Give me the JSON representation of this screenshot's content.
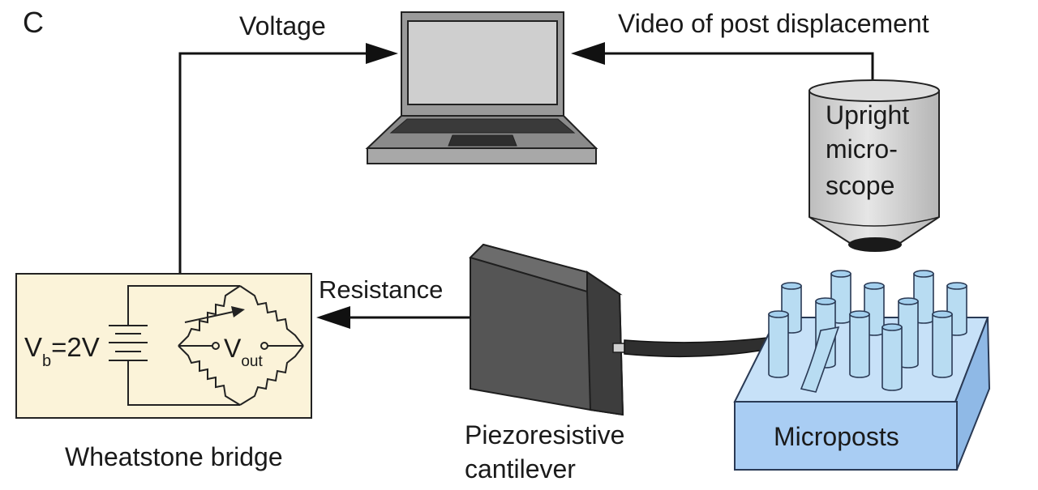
{
  "panel_label": "C",
  "flows": {
    "voltage": "Voltage",
    "video": "Video of post displacement",
    "resistance": "Resistance"
  },
  "microscope": {
    "line1": "Upright",
    "line2": "micro-",
    "line3": "scope"
  },
  "bridge": {
    "caption": "Wheatstone bridge",
    "vb_prefix": "V",
    "vb_sub": "b",
    "vb_suffix": "=2V",
    "vout_main": "V",
    "vout_sub": "out"
  },
  "cantilever": {
    "line1": "Piezoresistive",
    "line2": "cantilever"
  },
  "microposts": {
    "label": "Microposts"
  },
  "colors": {
    "bridge_fill": "#fbf3d9",
    "post_fill": "#b8dcf2",
    "post_top": "#a4d0ee",
    "block_front": "#a9cdf3",
    "block_top": "#c7e1f8",
    "block_side": "#8fb9e6",
    "cantilever_dark": "#5a5a5a",
    "laptop_gray": "#8c8c8c",
    "microscope_gray": "#d4d4d4"
  }
}
